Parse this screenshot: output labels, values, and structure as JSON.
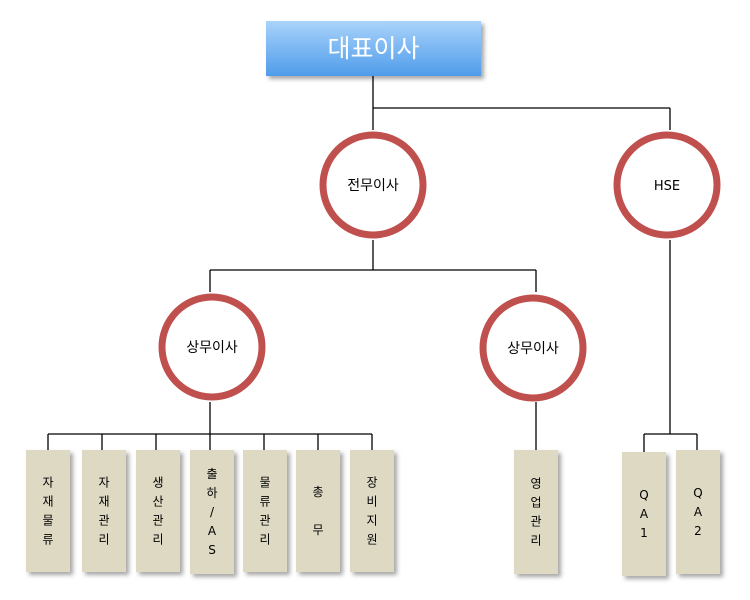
{
  "org": {
    "ceo": "대표이사",
    "senior_director": "전무이사",
    "hse": "HSE",
    "managing_director_left": "상무이사",
    "managing_director_right": "상무이사",
    "departments_left": [
      "자재물류",
      "자재관리",
      "생산관리",
      "출하/AS",
      "물류관리",
      "총 무",
      "장비지원"
    ],
    "departments_mid": [
      "영업관리"
    ],
    "departments_hse": [
      "QA1",
      "QA2"
    ]
  },
  "colors": {
    "ring": "#c0504d",
    "ceo_top": "#a9d3fa",
    "ceo_bottom": "#4f9bea",
    "box": "#ddd9c3",
    "line": "#000000"
  }
}
